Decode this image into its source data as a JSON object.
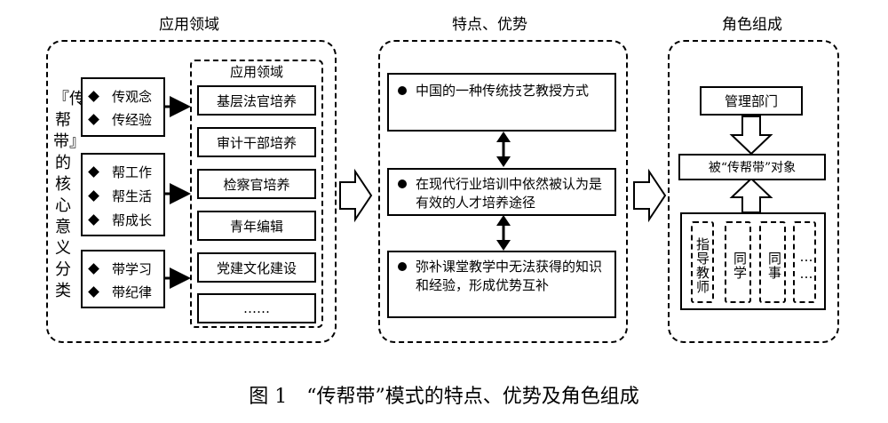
{
  "sections": {
    "left_title": "应用领域",
    "middle_title": "特点、优势",
    "right_title": "角色组成"
  },
  "left": {
    "core_label": "『传帮带』的核心意义分类",
    "groups": [
      {
        "items": [
          "传观念",
          "传经验"
        ]
      },
      {
        "items": [
          "帮工作",
          "帮生活",
          "帮成长"
        ]
      },
      {
        "items": [
          "带学习",
          "带纪律"
        ]
      }
    ],
    "fields_header": "应用领域",
    "fields": [
      "基层法官培养",
      "审计干部培养",
      "检察官培养",
      "青年编辑",
      "党建文化建设",
      "……"
    ]
  },
  "middle": {
    "features": [
      "中国的一种传统技艺教授方式",
      "在现代行业培训中依然被认为是有效的人才培养途径",
      "弥补课堂教学中无法获得的知识和经验，形成优势互补"
    ]
  },
  "right": {
    "manager": "管理部门",
    "target": "被“传帮带”对象",
    "roles": [
      "指导教师",
      "同学",
      "同事",
      "……"
    ]
  },
  "caption": "图 1　“传帮带”模式的特点、优势及角色组成"
}
